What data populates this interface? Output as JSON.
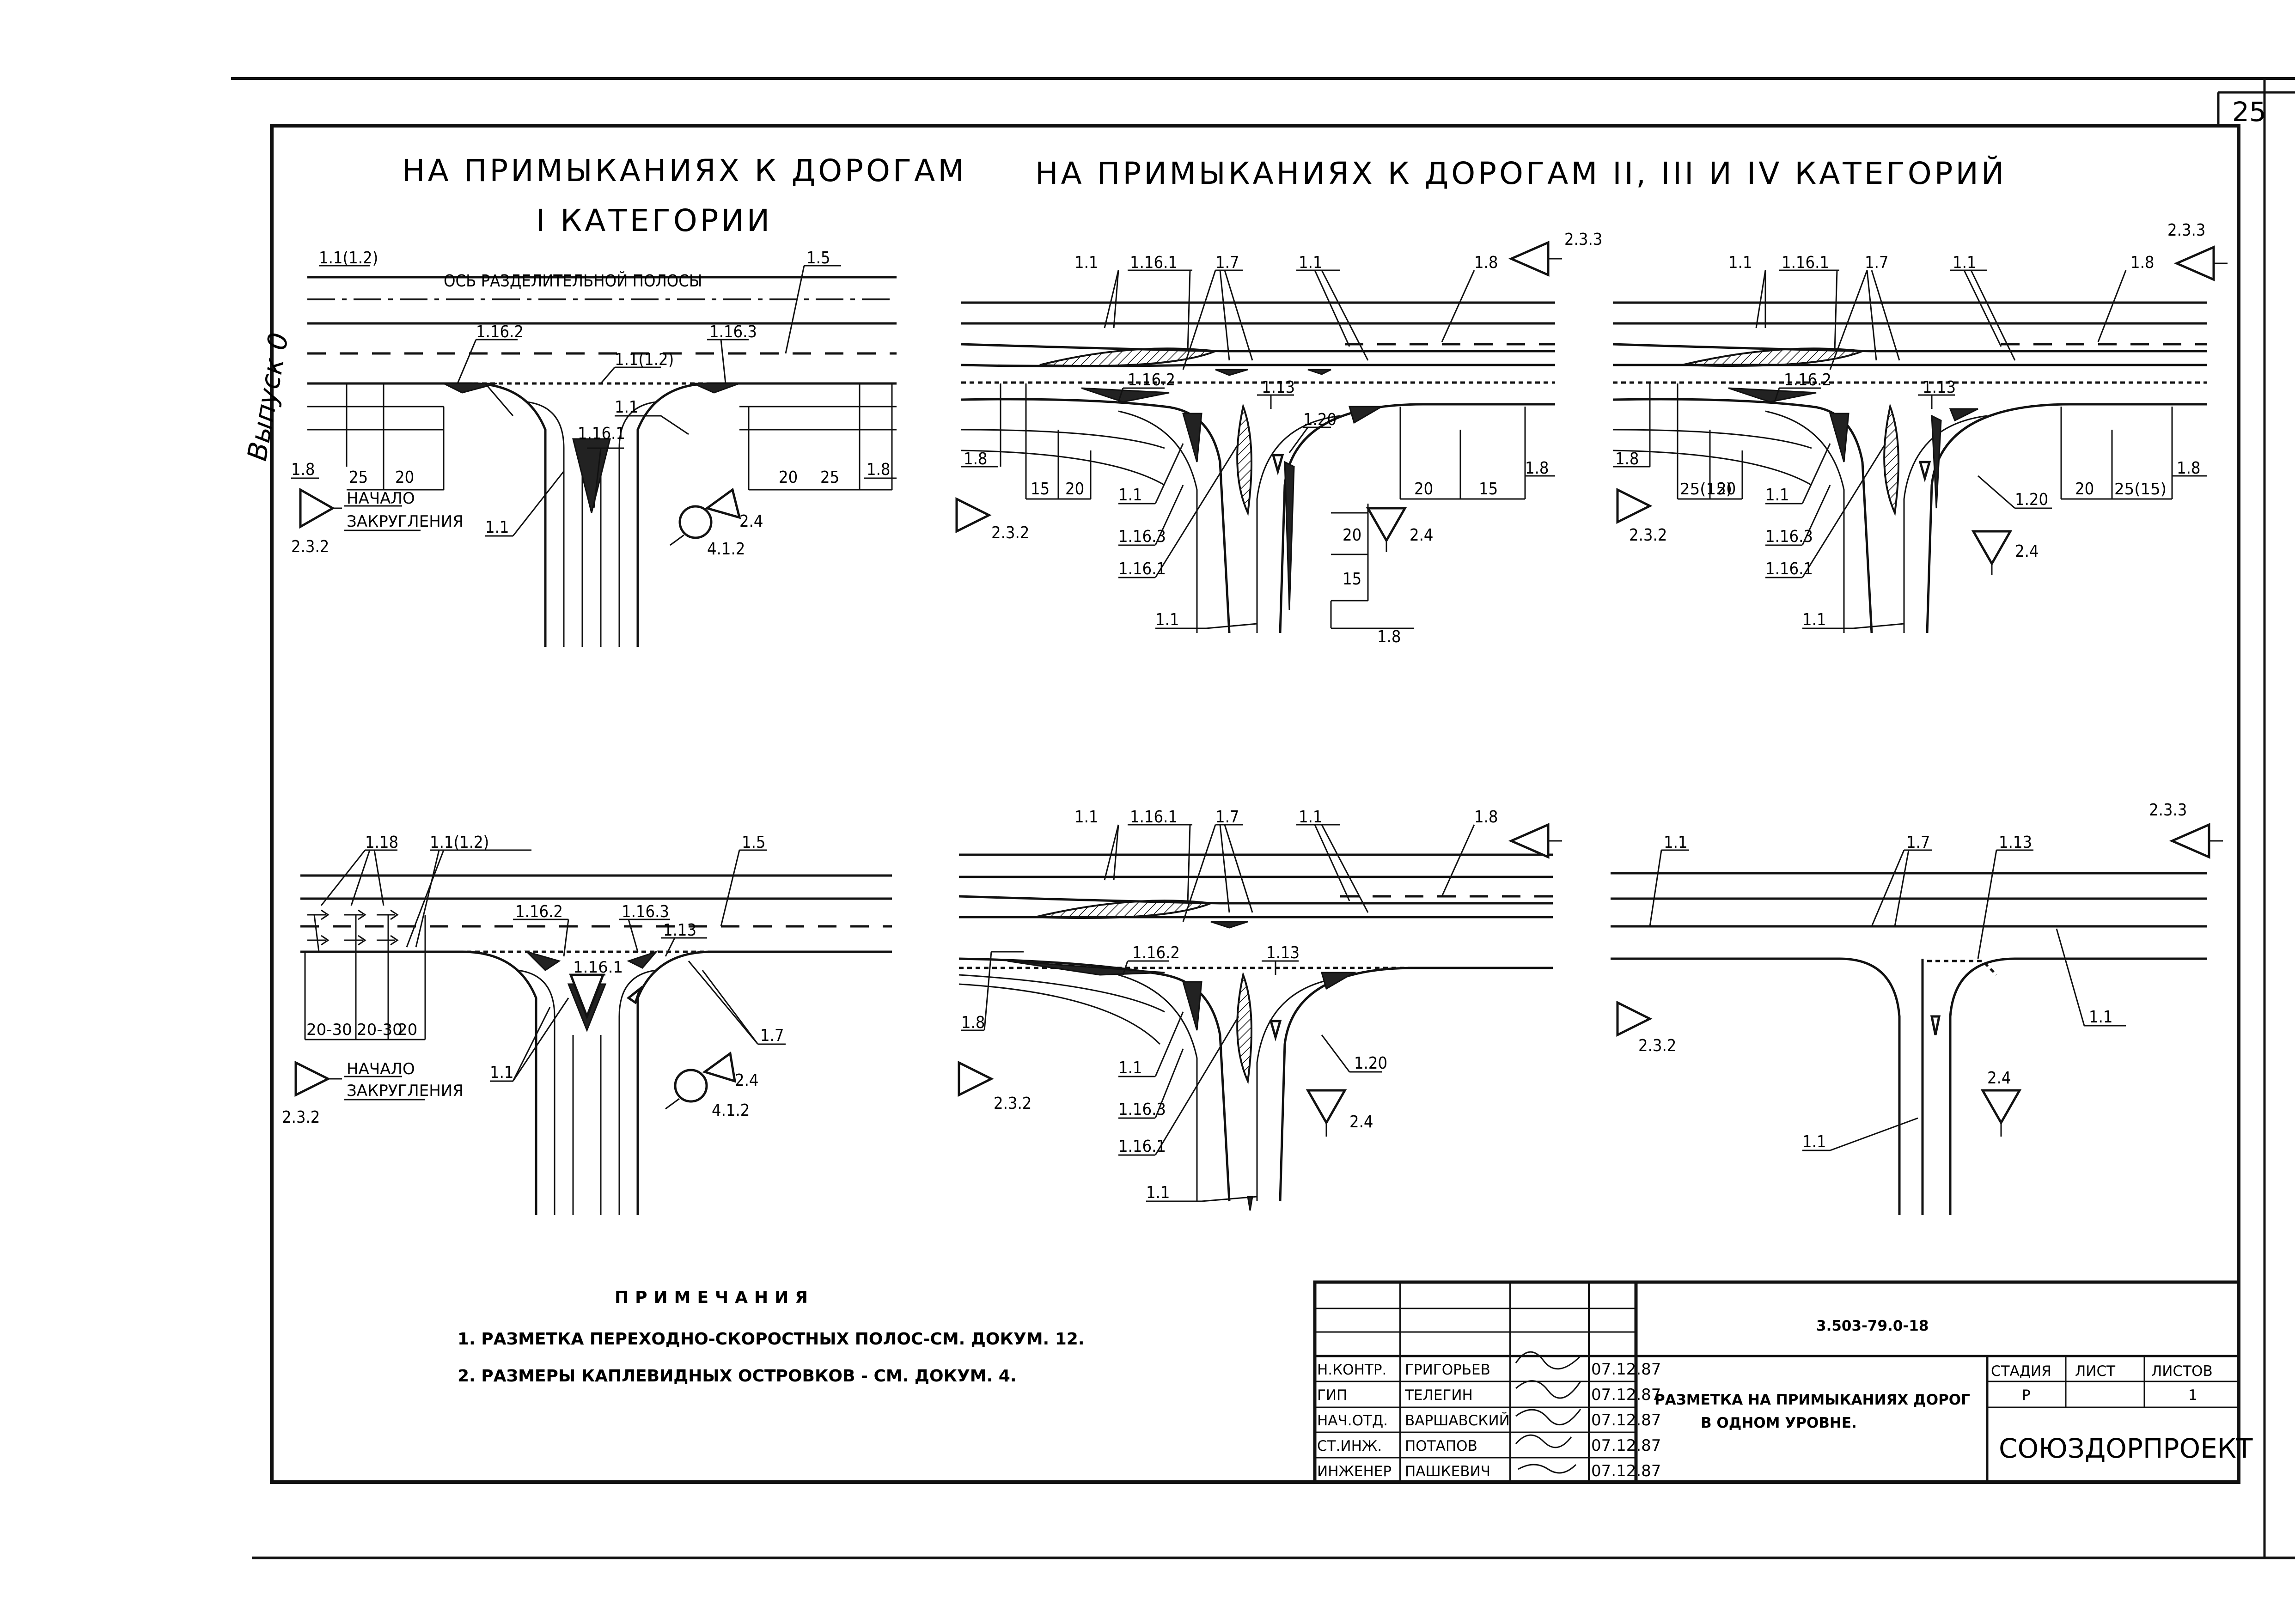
{
  "sheet": {
    "number": "25"
  },
  "margin_note": "Выпуск 0",
  "headings": {
    "left_line1": "НА ПРИМЫКАНИЯХ К ДОРОГАМ",
    "left_line2": "I КАТЕГОРИИ",
    "right": "НА ПРИМЫКАНИЯХ К ДОРОГАМ II, III И IV КАТЕГОРИЙ"
  },
  "diagram1": {
    "axis_label": "ОСЬ РАЗДЕЛИТЕЛЬНОЙ ПОЛОСЫ",
    "labels": [
      "1.1(1.2)",
      "1.5",
      "1.16.2",
      "1.16.3",
      "1.1(1.2)",
      "1.1",
      "1.16.1",
      "1.8",
      "1.8",
      "1.1"
    ],
    "dims_left": [
      "25",
      "20"
    ],
    "dims_right": [
      "20",
      "25"
    ],
    "start_text_1": "НАЧАЛО",
    "start_text_2": "ЗАКРУГЛЕНИЯ",
    "signs": [
      "2.3.2",
      "2.4",
      "4.1.2"
    ]
  },
  "diagram2": {
    "labels": [
      "1.1",
      "1.16.1",
      "1.7",
      "1.1",
      "1.8",
      "1.16.2",
      "1.13",
      "1.20",
      "1.8",
      "1.8",
      "1.1",
      "1.16.3",
      "1.16.1",
      "1.1",
      "1.8"
    ],
    "dims_left": [
      "15",
      "20"
    ],
    "dims_right": [
      "20",
      "15"
    ],
    "dims_vertical": [
      "20",
      "15"
    ],
    "signs": [
      "2.3.3",
      "2.3.2",
      "2.4"
    ]
  },
  "diagram3": {
    "labels": [
      "1.1",
      "1.16.1",
      "1.7",
      "1.1",
      "1.8",
      "1.16.2",
      "1.13",
      "1.8",
      "1.1",
      "1.16.3",
      "1.16.1",
      "1.1",
      "1.20",
      "1.8"
    ],
    "dims_left": [
      "25(15)",
      "20"
    ],
    "dims_right": [
      "20",
      "25(15)"
    ],
    "signs": [
      "2.3.3",
      "2.3.2",
      "2.4"
    ]
  },
  "diagram4": {
    "labels": [
      "1.18",
      "1.1(1.2)",
      "1.5",
      "1.16.2",
      "1.16.3",
      "1.13",
      "1.16.1",
      "1.1",
      "1.7"
    ],
    "dims": [
      "20-30",
      "20-30",
      "20"
    ],
    "start_text_1": "НАЧАЛО",
    "start_text_2": "ЗАКРУГЛЕНИЯ",
    "signs": [
      "2.3.2",
      "2.4",
      "4.1.2"
    ]
  },
  "diagram5": {
    "labels": [
      "1.1",
      "1.16.1",
      "1.7",
      "1.1",
      "1.8",
      "1.16.2",
      "1.13",
      "1.8",
      "1.1",
      "1.16.3",
      "1.16.1",
      "1.20",
      "1.1"
    ],
    "signs": [
      "2.3.2",
      "2.4"
    ]
  },
  "diagram6": {
    "labels": [
      "1.1",
      "1.7",
      "1.13",
      "1.1",
      "1.1"
    ],
    "signs": [
      "2.3.3",
      "2.3.2",
      "2.4"
    ]
  },
  "notes": {
    "title": "ПРИМЕЧАНИЯ",
    "items": [
      "1. РАЗМЕТКА ПЕРЕХОДНО-СКОРОСТНЫХ ПОЛОС-СМ. ДОКУМ. 12.",
      "2. РАЗМЕРЫ КАПЛЕВИДНЫХ ОСТРОВКОВ - СМ. ДОКУМ. 4."
    ]
  },
  "title_block": {
    "doc_code": "3.503-79.0-18",
    "title_line1": "РАЗМЕТКА НА ПРИМЫКАНИЯХ ДОРОГ",
    "title_line2": "В ОДНОМ УРОВНЕ.",
    "stage_header": "СТАДИЯ",
    "sheet_header": "ЛИСТ",
    "sheets_header": "ЛИСТОВ",
    "stage": "Р",
    "sheets": "1",
    "org": "СОЮЗДОРПРОЕКТ",
    "rows": [
      {
        "role": "Н.КОНТР.",
        "name": "ГРИГОРЬЕВ",
        "date": "07.12.87"
      },
      {
        "role": "ГИП",
        "name": "ТЕЛЕГИН",
        "date": "07.12.87"
      },
      {
        "role": "НАЧ.ОТД.",
        "name": "ВАРШАВСКИЙ",
        "date": "07.12.87"
      },
      {
        "role": "СТ.ИНЖ.",
        "name": "ПОТАПОВ",
        "date": "07.12.87"
      },
      {
        "role": "ИНЖЕНЕР",
        "name": "ПАШКЕВИЧ",
        "date": "07.12.87"
      }
    ]
  }
}
